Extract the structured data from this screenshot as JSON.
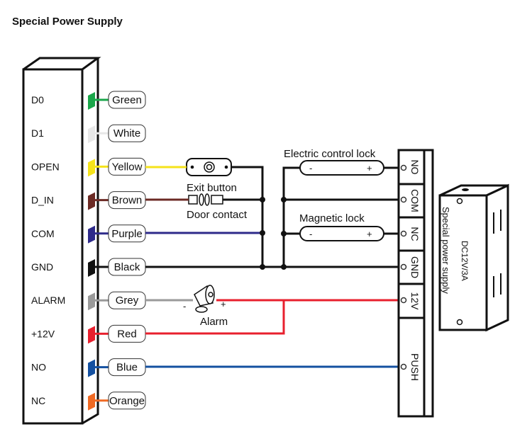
{
  "title": "Special Power Supply",
  "controller": {
    "terminals": [
      {
        "pin": "D0",
        "wire": "Green",
        "color": "#1aa64a"
      },
      {
        "pin": "D1",
        "wire": "White",
        "color": "#e8e8e8"
      },
      {
        "pin": "OPEN",
        "wire": "Yellow",
        "color": "#f5e31a"
      },
      {
        "pin": "D_IN",
        "wire": "Brown",
        "color": "#6b2a24"
      },
      {
        "pin": "COM",
        "wire": "Purple",
        "color": "#2e2a8a"
      },
      {
        "pin": "GND",
        "wire": "Black",
        "color": "#111111"
      },
      {
        "pin": "ALARM",
        "wire": "Grey",
        "color": "#9a9a9a"
      },
      {
        "pin": "+12V",
        "wire": "Red",
        "color": "#e8202e"
      },
      {
        "pin": "NO",
        "wire": "Blue",
        "color": "#1450a0"
      },
      {
        "pin": "NC",
        "wire": "Orange",
        "color": "#f06a24"
      }
    ]
  },
  "components": {
    "exit_button": "Exit button",
    "door_contact": "Door contact",
    "electric_lock": "Electric control lock",
    "magnetic_lock": "Magnetic lock",
    "alarm": "Alarm",
    "minus": "-",
    "plus": "+"
  },
  "power_supply": {
    "terminals": [
      "NO",
      "COM",
      "NC",
      "GND",
      "12V",
      "PUSH"
    ],
    "rating": "DC12V/3A",
    "label": "Special power supply"
  }
}
